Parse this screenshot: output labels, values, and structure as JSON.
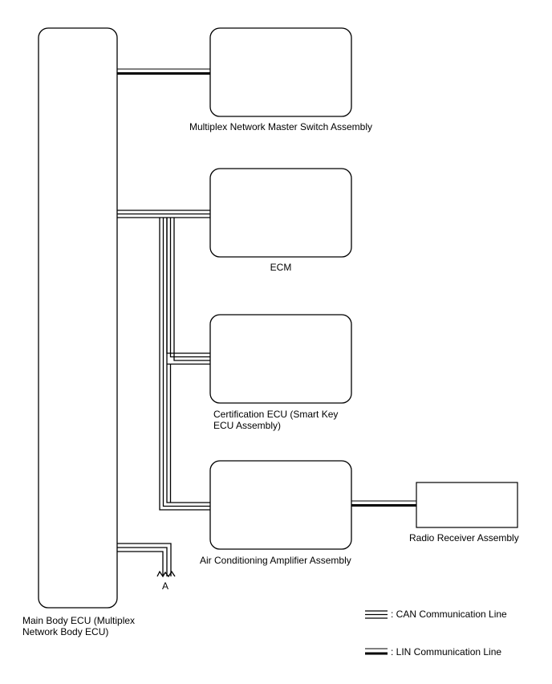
{
  "components": {
    "main_body_ecu": "Main Body ECU (Multiplex Network Body ECU)",
    "main_body_ecu_line1": "Main Body ECU (Multiplex",
    "main_body_ecu_line2": "Network Body ECU)",
    "master_switch": "Multiplex Network Master Switch Assembly",
    "ecm": "ECM",
    "certification_ecu_line1": "Certification ECU (Smart Key",
    "certification_ecu_line2": "ECU Assembly)",
    "air_conditioning_amplifier": "Air Conditioning Amplifier Assembly",
    "radio_receiver": "Radio Receiver Assembly"
  },
  "connector_label": "A",
  "legend": {
    "can": ": CAN Communication Line",
    "lin": ": LIN Communication Line"
  }
}
